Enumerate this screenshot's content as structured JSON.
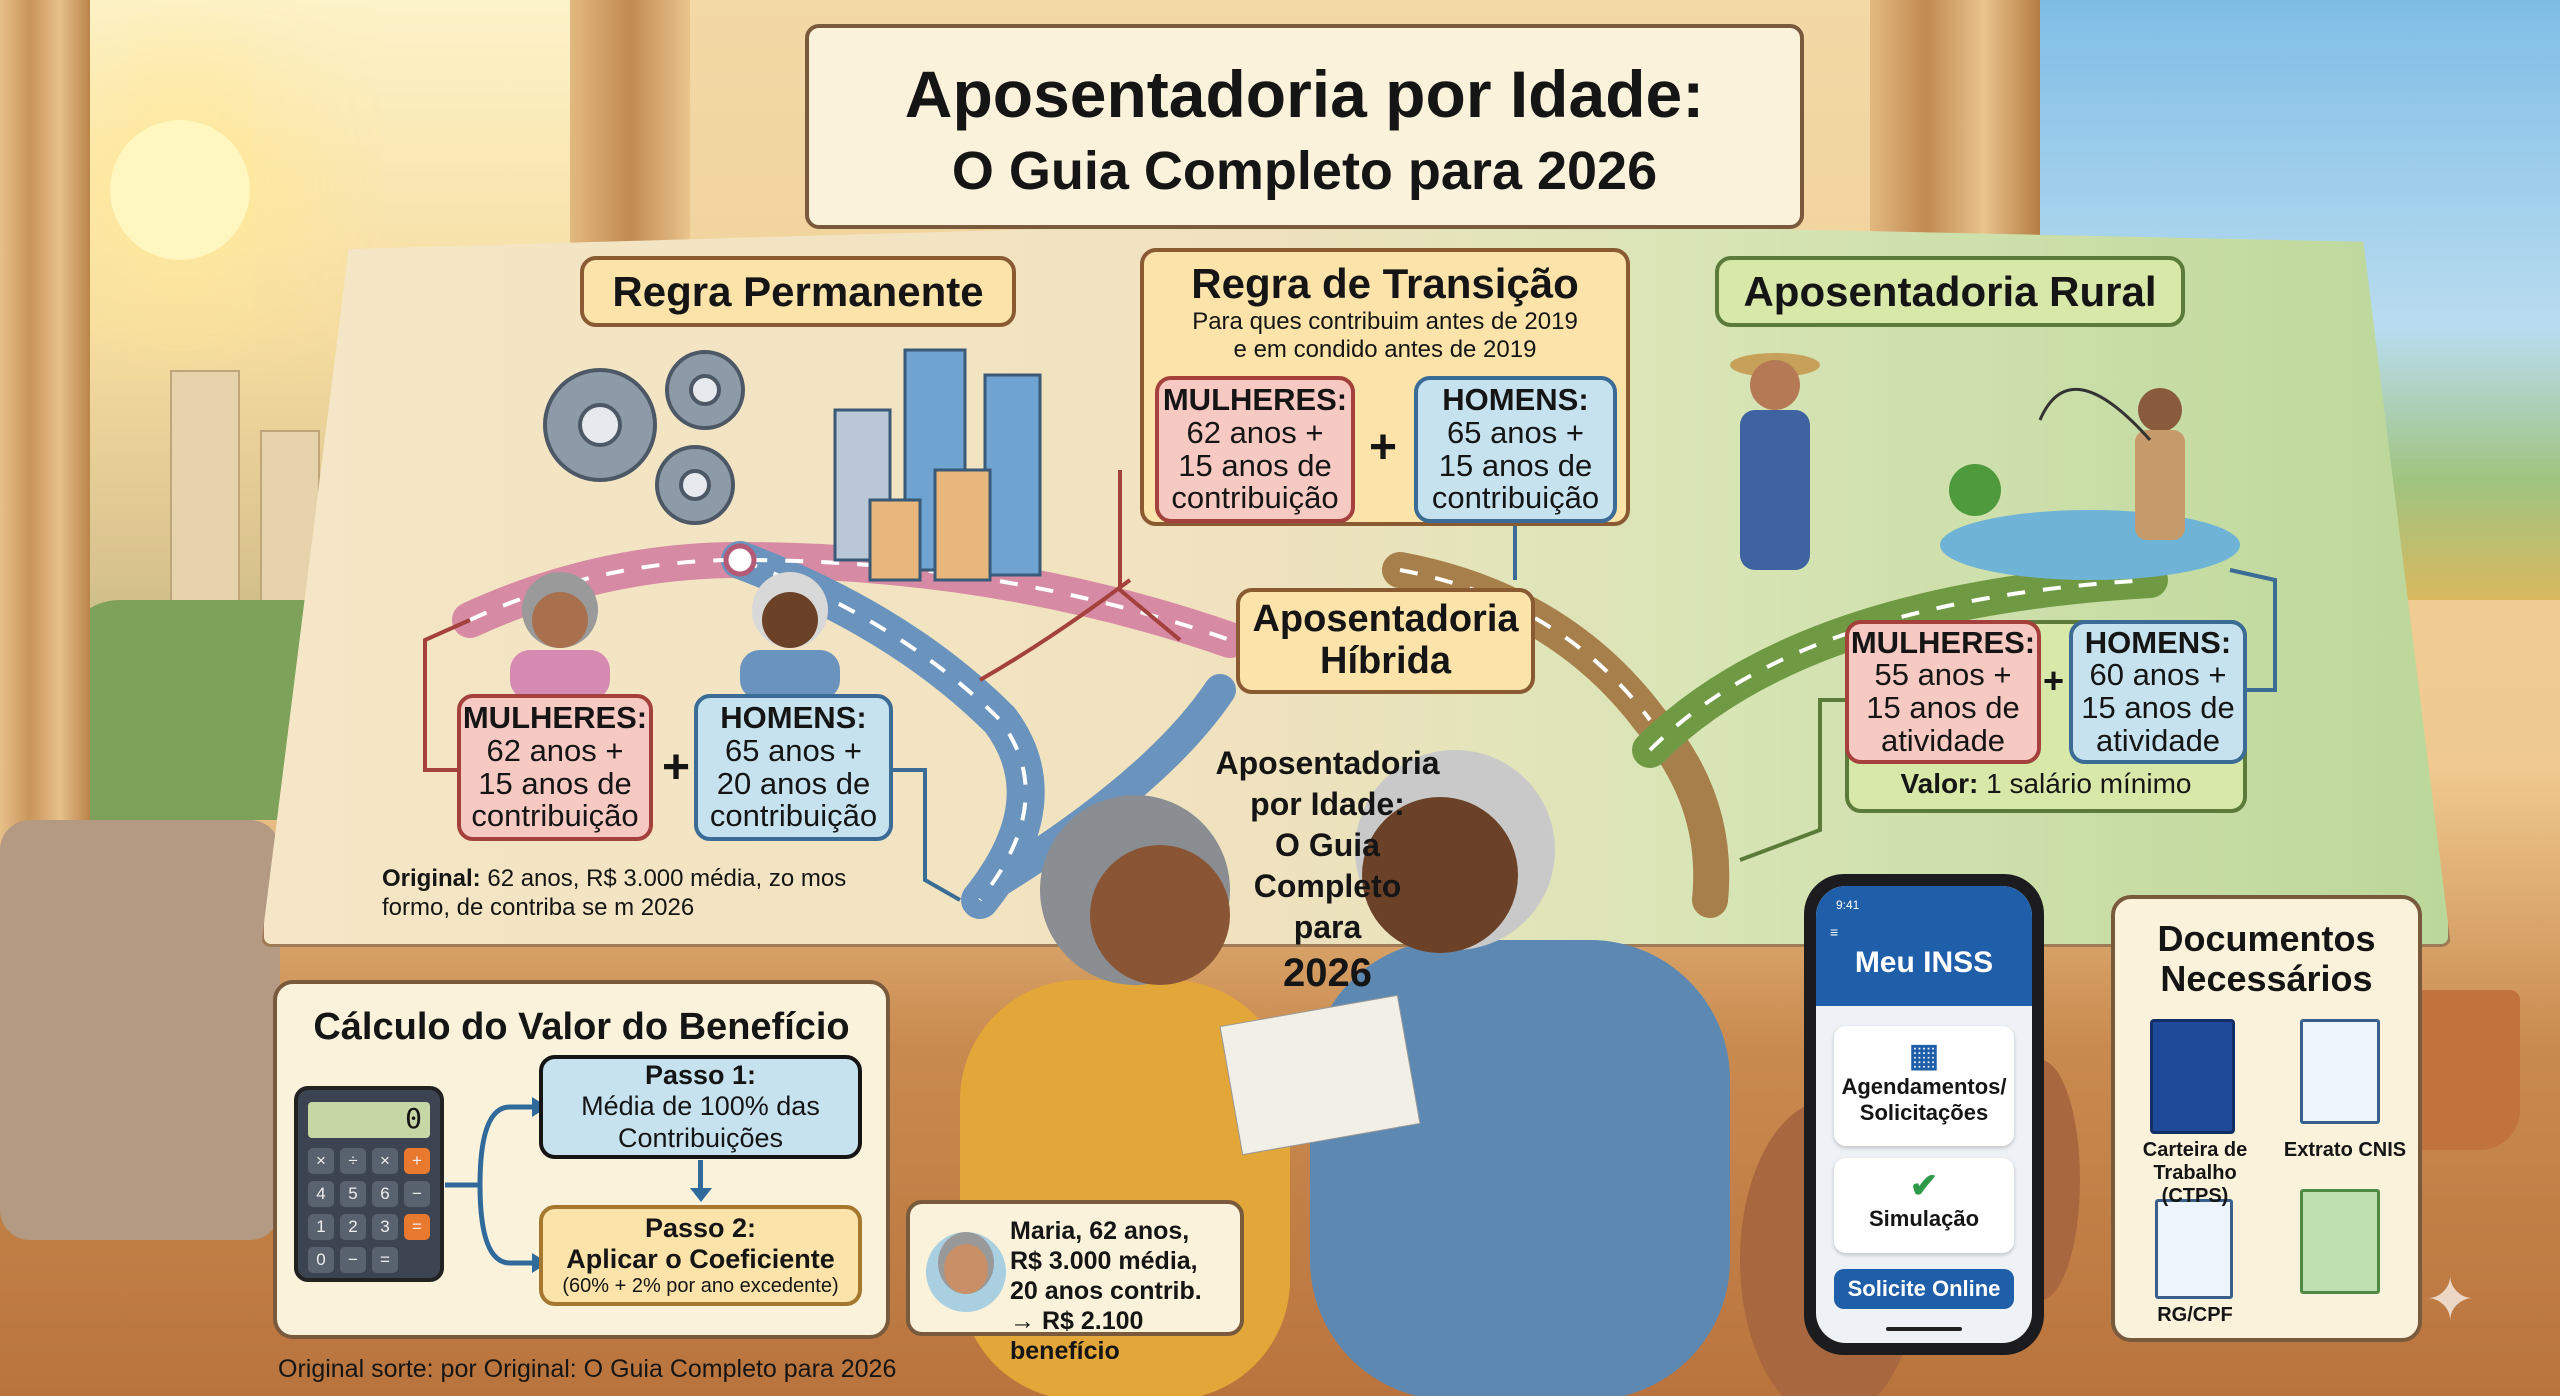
{
  "title": {
    "line1": "Aposentadoria por Idade:",
    "line2": "O Guia Completo para 2026"
  },
  "regra_permanente": {
    "label": "Regra Permanente",
    "mulheres": {
      "head": "MULHERES:",
      "l1": "62 anos +",
      "l2": "15 anos de",
      "l3": "contribuição"
    },
    "homens": {
      "head": "HOMENS:",
      "l1": "65 anos +",
      "l2": "20 anos de",
      "l3": "contribuição"
    },
    "plus": "+",
    "note_bold": "Original:",
    "note_l1": "62 anos, R$ 3.000 média, zo mos",
    "note_l2": "formo, de contriba se m 2026"
  },
  "regra_transicao": {
    "label": "Regra de Transição",
    "sub1": "Para ques contribuim antes de 2019",
    "sub2": "e em condido antes de 2019",
    "mulheres": {
      "head": "MULHERES:",
      "l1": "62 anos +",
      "l2": "15 anos de",
      "l3": "contribuição"
    },
    "homens": {
      "head": "HOMENS:",
      "l1": "65 anos +",
      "l2": "15 anos de",
      "l3": "contribuição"
    },
    "plus": "+"
  },
  "hibrida": {
    "l1": "Aposentadoria",
    "l2": "Híbrida"
  },
  "rural": {
    "label": "Aposentadoria Rural",
    "mulheres": {
      "head": "MULHERES:",
      "l1": "55 anos +",
      "l2": "15 anos de",
      "l3": "atividade"
    },
    "homens": {
      "head": "HOMENS:",
      "l1": "60 anos +",
      "l2": "15 anos de",
      "l3": "atividade"
    },
    "plus": "+",
    "valor_bold": "Valor:",
    "valor": "1 salário mínimo"
  },
  "center_text": {
    "l1": "Aposentadoria",
    "l2": "por Idade:",
    "l3": "O Guia",
    "l4": "Completo",
    "l5": "para",
    "l6": "2026"
  },
  "calculo": {
    "title": "Cálculo do Valor do Benefício",
    "display": "0",
    "keys": [
      "×",
      "÷",
      "×",
      "+",
      "4",
      "5",
      "6",
      "−",
      "1",
      "2",
      "3",
      "=",
      "0",
      "−",
      "="
    ],
    "passo1": {
      "head": "Passo 1:",
      "l1": "Média de 100% das",
      "l2": "Contribuições"
    },
    "passo2": {
      "head": "Passo 2:",
      "l1": "Aplicar o Coeficiente",
      "l2": "(60% + 2% por ano excedente)"
    }
  },
  "exemplo": {
    "l1": "Maria, 62 anos,",
    "l2": "R$ 3.000 média,",
    "l3": "20 anos contrib.",
    "l4": "→ R$ 2.100 benefício"
  },
  "footer": "Original sorte: por Original: O Guia Completo para 2026",
  "phone": {
    "time": "9:41",
    "app_title": "Meu INSS",
    "item1_l1": "Agendamentos/",
    "item1_l2": "Solicitações",
    "item2": "Simulação",
    "button": "Solicite Online"
  },
  "documentos": {
    "title_l1": "Documentos",
    "title_l2": "Necessários",
    "ctps_l1": "Carteira de",
    "ctps_l2": "Trabalho (CTPS)",
    "cnis": "Extrato CNIS",
    "rg": "RG/CPF"
  },
  "colors": {
    "pink": "#f6c9c3",
    "blue": "#c7e2ef",
    "gold": "#fbe3aa",
    "green": "#d7e8a8",
    "inss_blue": "#1f5ea8"
  }
}
